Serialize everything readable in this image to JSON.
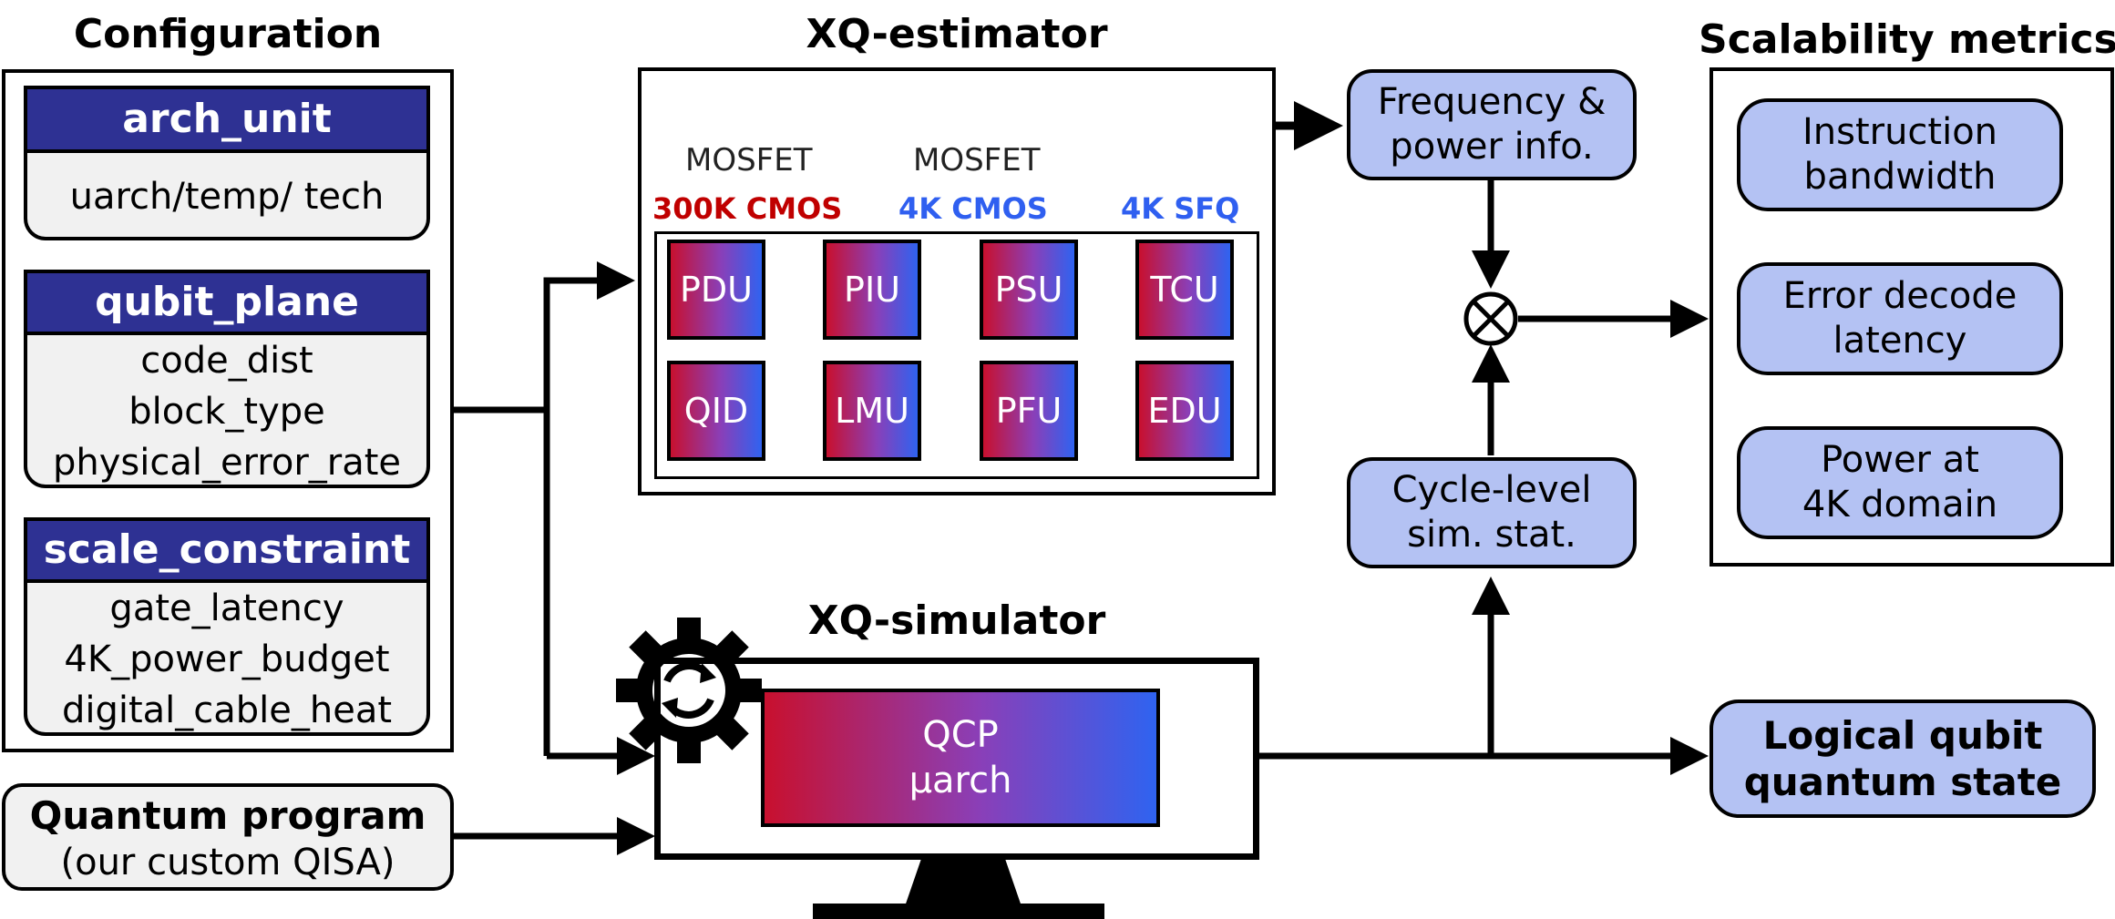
{
  "headings": {
    "configuration": "Configuration",
    "estimator": "XQ-estimator",
    "simulator": "XQ-simulator",
    "metrics": "Scalability metrics"
  },
  "config": {
    "arch_unit": {
      "title": "arch_unit",
      "lines": [
        "uarch/temp/ tech"
      ]
    },
    "qubit_plane": {
      "title": "qubit_plane",
      "lines": [
        "code_dist",
        "block_type",
        "physical_error_rate"
      ]
    },
    "scale_constraint": {
      "title": "scale_constraint",
      "lines": [
        "gate_latency",
        "4K_power_budget",
        "digital_cable_heat"
      ]
    }
  },
  "program": {
    "title": "Quantum program",
    "subtitle": "(our custom QISA)"
  },
  "technologies": [
    {
      "device": "MOSFET",
      "label": "300K CMOS",
      "color": "#c00000"
    },
    {
      "device": "MOSFET",
      "label": "4K CMOS",
      "color": "#2f5ff0"
    },
    {
      "device": "",
      "label": "4K SFQ",
      "color": "#2f5ff0"
    }
  ],
  "units": [
    "PDU",
    "PIU",
    "PSU",
    "TCU",
    "QID",
    "LMU",
    "PFU",
    "EDU"
  ],
  "qcp": {
    "line1": "QCP",
    "line2": "µarch"
  },
  "flow": {
    "freq_power": [
      "Frequency &",
      "power info."
    ],
    "cycle_stat": [
      "Cycle-level",
      "sim. stat."
    ],
    "combine_symbol": "⊗"
  },
  "metrics": [
    [
      "Instruction",
      "bandwidth"
    ],
    [
      "Error decode",
      "latency"
    ],
    [
      "Power at",
      "4K domain"
    ]
  ],
  "output": [
    "Logical qubit",
    "quantum state"
  ],
  "colors": {
    "config_header": "#2e3193",
    "pill_fill": "#b4c2f3",
    "grey_fill": "#f1f1f1",
    "gradient_start": "#c8102e",
    "gradient_end": "#2f63f0",
    "cmos_300k": "#c00000",
    "cmos_4k": "#2f5ff0"
  },
  "icons": [
    "snowflake-icon",
    "refresh-gear-icon",
    "monitor-stand-icon",
    "sfq-circle-icon",
    "mosfet-icon"
  ]
}
